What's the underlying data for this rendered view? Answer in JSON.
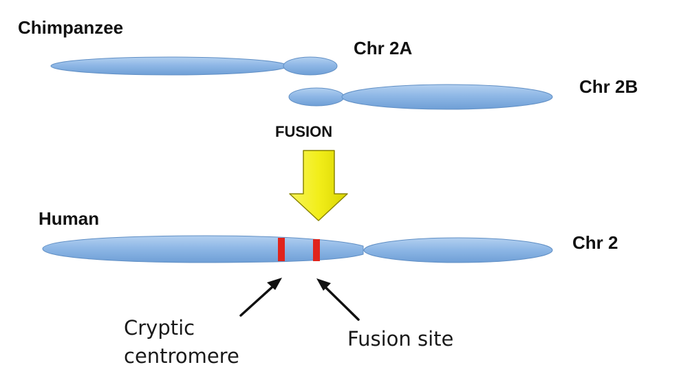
{
  "labels": {
    "chimpanzee": "Chimpanzee",
    "chr2a": "Chr 2A",
    "chr2b": "Chr 2B",
    "fusion": "FUSION",
    "human": "Human",
    "chr2": "Chr 2",
    "cryptic_line1": "Cryptic",
    "cryptic_line2": "centromere",
    "fusion_site": "Fusion site"
  },
  "colors": {
    "chromosome_fill": "#8fb8e6",
    "chromosome_stroke": "#5f8ec4",
    "arrow_fill": "#f2ee1a",
    "arrow_stroke": "#8a8400",
    "marker": "#e0241c",
    "pointer": "#111111"
  }
}
